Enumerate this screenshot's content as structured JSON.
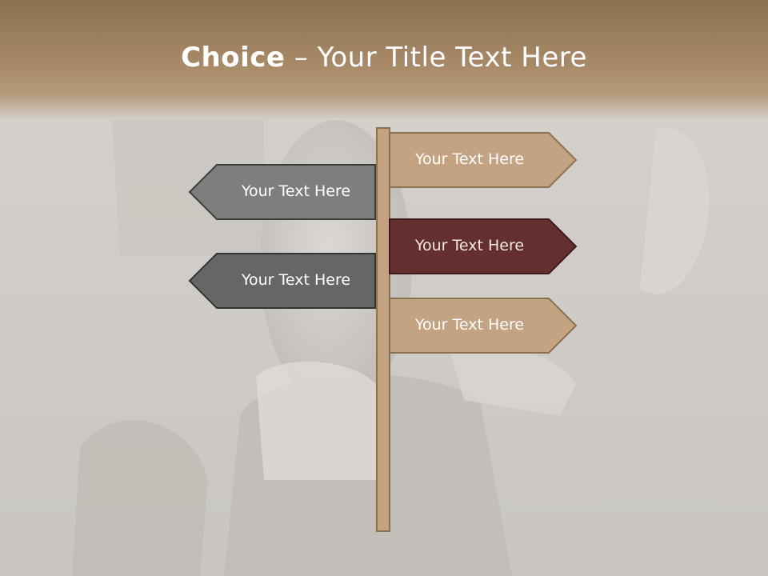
{
  "slide": {
    "title_bold": "Choice",
    "title_rest": " – Your Title Text Here",
    "colors": {
      "header": "#a98a68",
      "tan_sign": "#c4a383",
      "maroon_sign": "#652f2f",
      "gray_sign_1": "#7e7e7e",
      "gray_sign_2": "#666666",
      "post": "#c4a383"
    },
    "signs": {
      "right_1": "Your Text Here",
      "right_2": "Your Text Here",
      "right_3": "Your Text Here",
      "left_1": "Your Text Here",
      "left_2": "Your Text Here"
    }
  }
}
